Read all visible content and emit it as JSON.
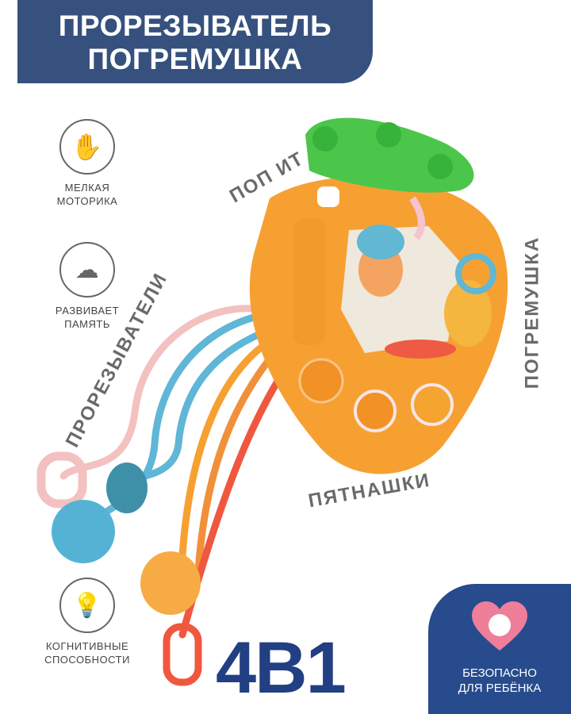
{
  "header": {
    "line1": "ПРОРЕЗЫВАТЕЛЬ",
    "line2": "ПОГРЕМУШКА"
  },
  "features": [
    {
      "icon": "hands-icon",
      "line1": "МЕЛКАЯ",
      "line2": "МОТОРИКА"
    },
    {
      "icon": "brain-icon",
      "line1": "РАЗВИВАЕТ",
      "line2": "ПАМЯТЬ"
    },
    {
      "icon": "lightbulb-icon",
      "line1": "КОГНИТИВНЫЕ",
      "line2": "СПОСОБНОСТИ"
    }
  ],
  "labels": {
    "pop_it": "ПОП ИТ",
    "teethers": "ПРОРЕЗЫВАТЕЛИ",
    "rattle": "ПОГРЕМУШКА",
    "fifteen": "ПЯТНАШКИ"
  },
  "badge": "4В1",
  "safe": {
    "icon": "baby-heart-icon",
    "line1": "БЕЗОПАСНО",
    "line2": "ДЛЯ РЕБЁНКА"
  },
  "colors": {
    "header": "#36517e",
    "badge": "#213f82",
    "safe_bg": "#274b8c",
    "orange": "#f7a032",
    "green": "#4cc64a"
  }
}
